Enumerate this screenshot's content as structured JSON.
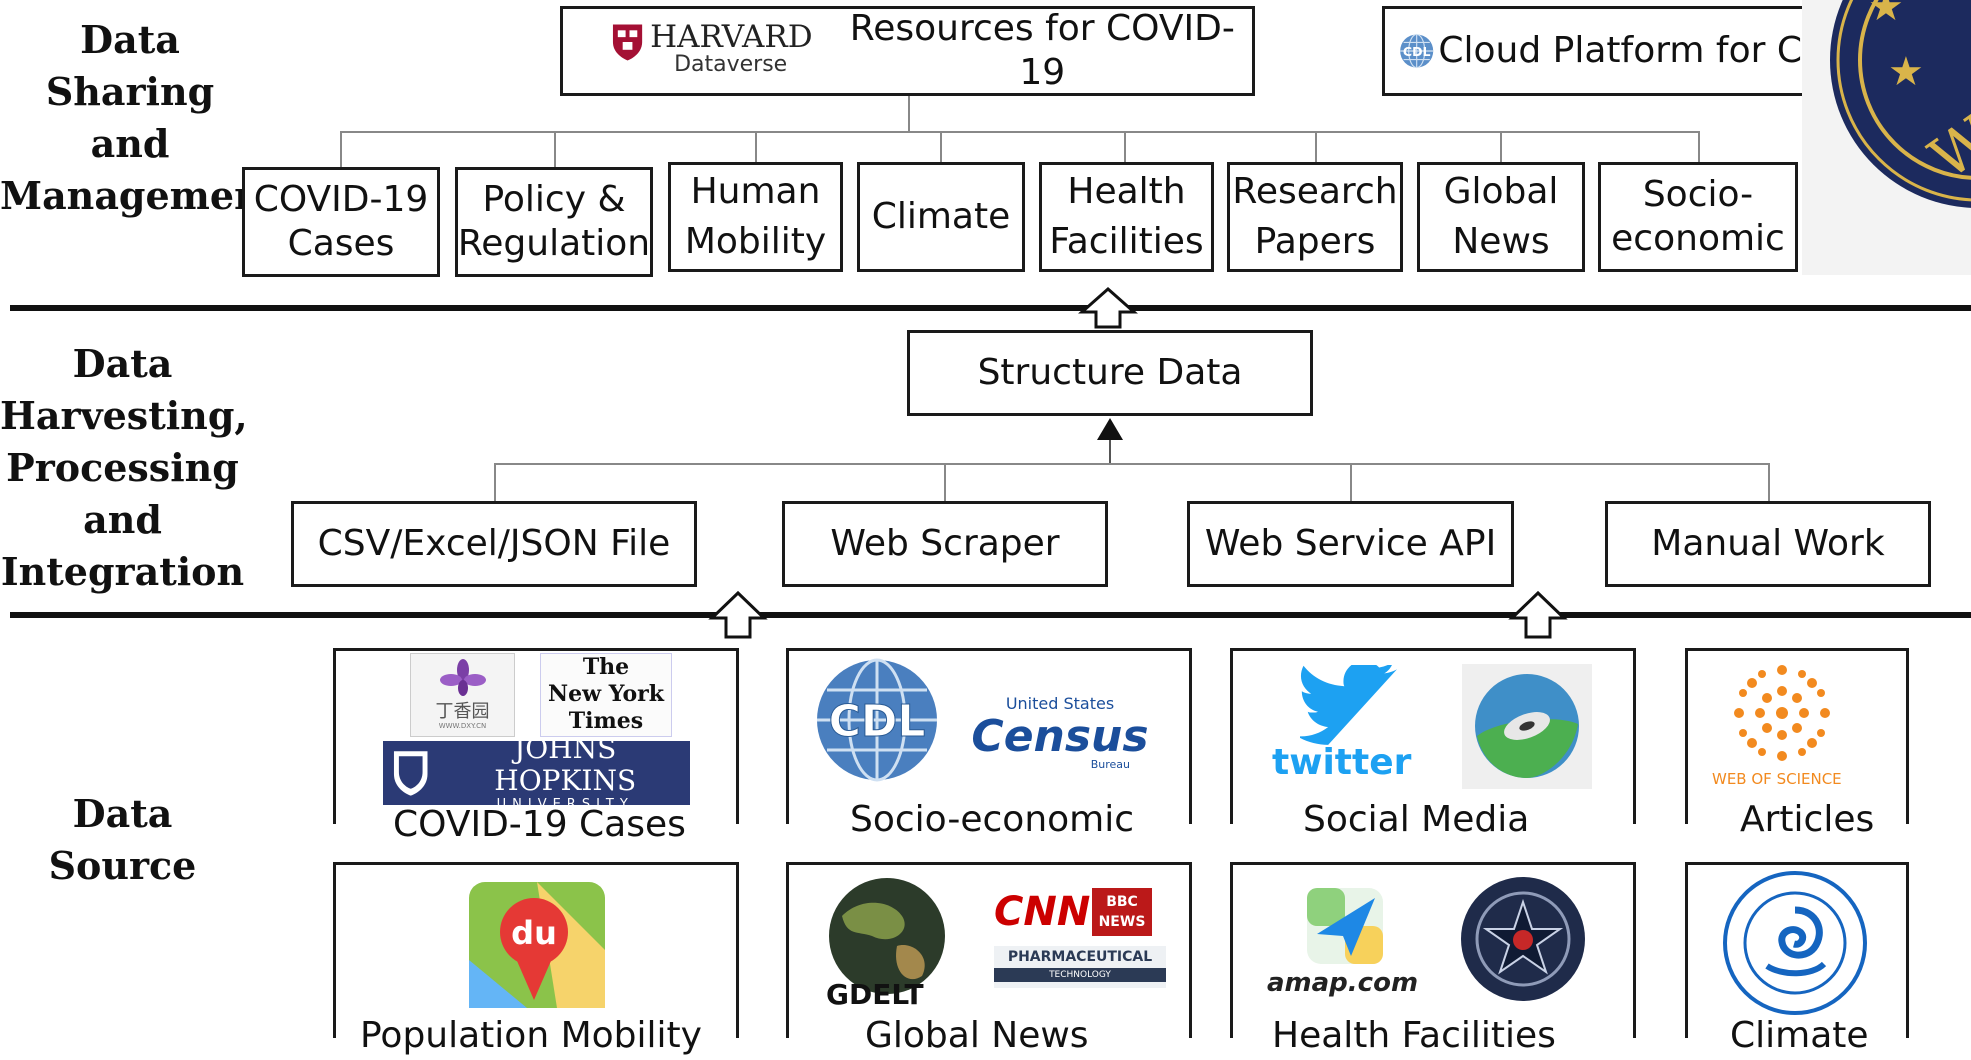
{
  "layers": {
    "sharing": [
      "Data Sharing",
      "and",
      "Management"
    ],
    "harvest": [
      "Data",
      "Harvesting,",
      "Processing",
      "and",
      "Integration"
    ],
    "source": [
      "Data",
      "Source"
    ]
  },
  "top": {
    "harvard_name": "HARVARD",
    "harvard_sub": "Dataverse",
    "harvard_title": "Resources for COVID-19",
    "cdl_title": "Cloud Platform for C",
    "cdl_logo": "CDL"
  },
  "categories": [
    [
      "COVID-19",
      "Cases"
    ],
    [
      "Policy &",
      "Regulation"
    ],
    [
      "Human",
      "Mobility"
    ],
    [
      "Climate"
    ],
    [
      "Health",
      "Facilities"
    ],
    [
      "Research",
      "Papers"
    ],
    [
      "Global",
      "News"
    ],
    [
      "Socio-",
      "economic"
    ]
  ],
  "structure_data": "Structure Data",
  "methods": [
    "CSV/Excel/JSON File",
    "Web Scraper",
    "Web Service API",
    "Manual Work"
  ],
  "sources": {
    "covid_cases": "COVID-19 Cases",
    "socio_economic": "Socio-economic",
    "social_media": "Social Media",
    "articles": "Articles",
    "population_mobility": "Population Mobility",
    "global_news": "Global News",
    "health_facilities": "Health Facilities",
    "climate": "Climate"
  },
  "logos": {
    "dxy_cn": "丁香园",
    "dxy_url": "WWW.DXY.CN",
    "nyt": [
      "The",
      "New York",
      "Times"
    ],
    "jhu": "JOHNS HOPKINS",
    "jhu_sub": "UNIVERSITY",
    "cdl": "CDL",
    "census_top": "United States",
    "census_main": "Census",
    "census_sub": "Bureau",
    "twitter": "twitter",
    "wos": "WEB OF SCIENCE",
    "baidu": "du",
    "gdelt": "GDELT",
    "cnn": "CNN",
    "bbc": "BBC",
    "bbc_news": "NEWS",
    "pharma": "PHARMACEUTICAL",
    "pharma_sub": "TECHNOLOGY",
    "amap": "amap.com"
  },
  "colors": {
    "line": "#1a1a1a",
    "connector": "#888888",
    "harvard": "#a41034",
    "jhu": "#2b3a75",
    "twitter": "#1da1f2",
    "wos": "#f28a1f",
    "cnn": "#cc0000",
    "census": "#1b4e9b"
  }
}
